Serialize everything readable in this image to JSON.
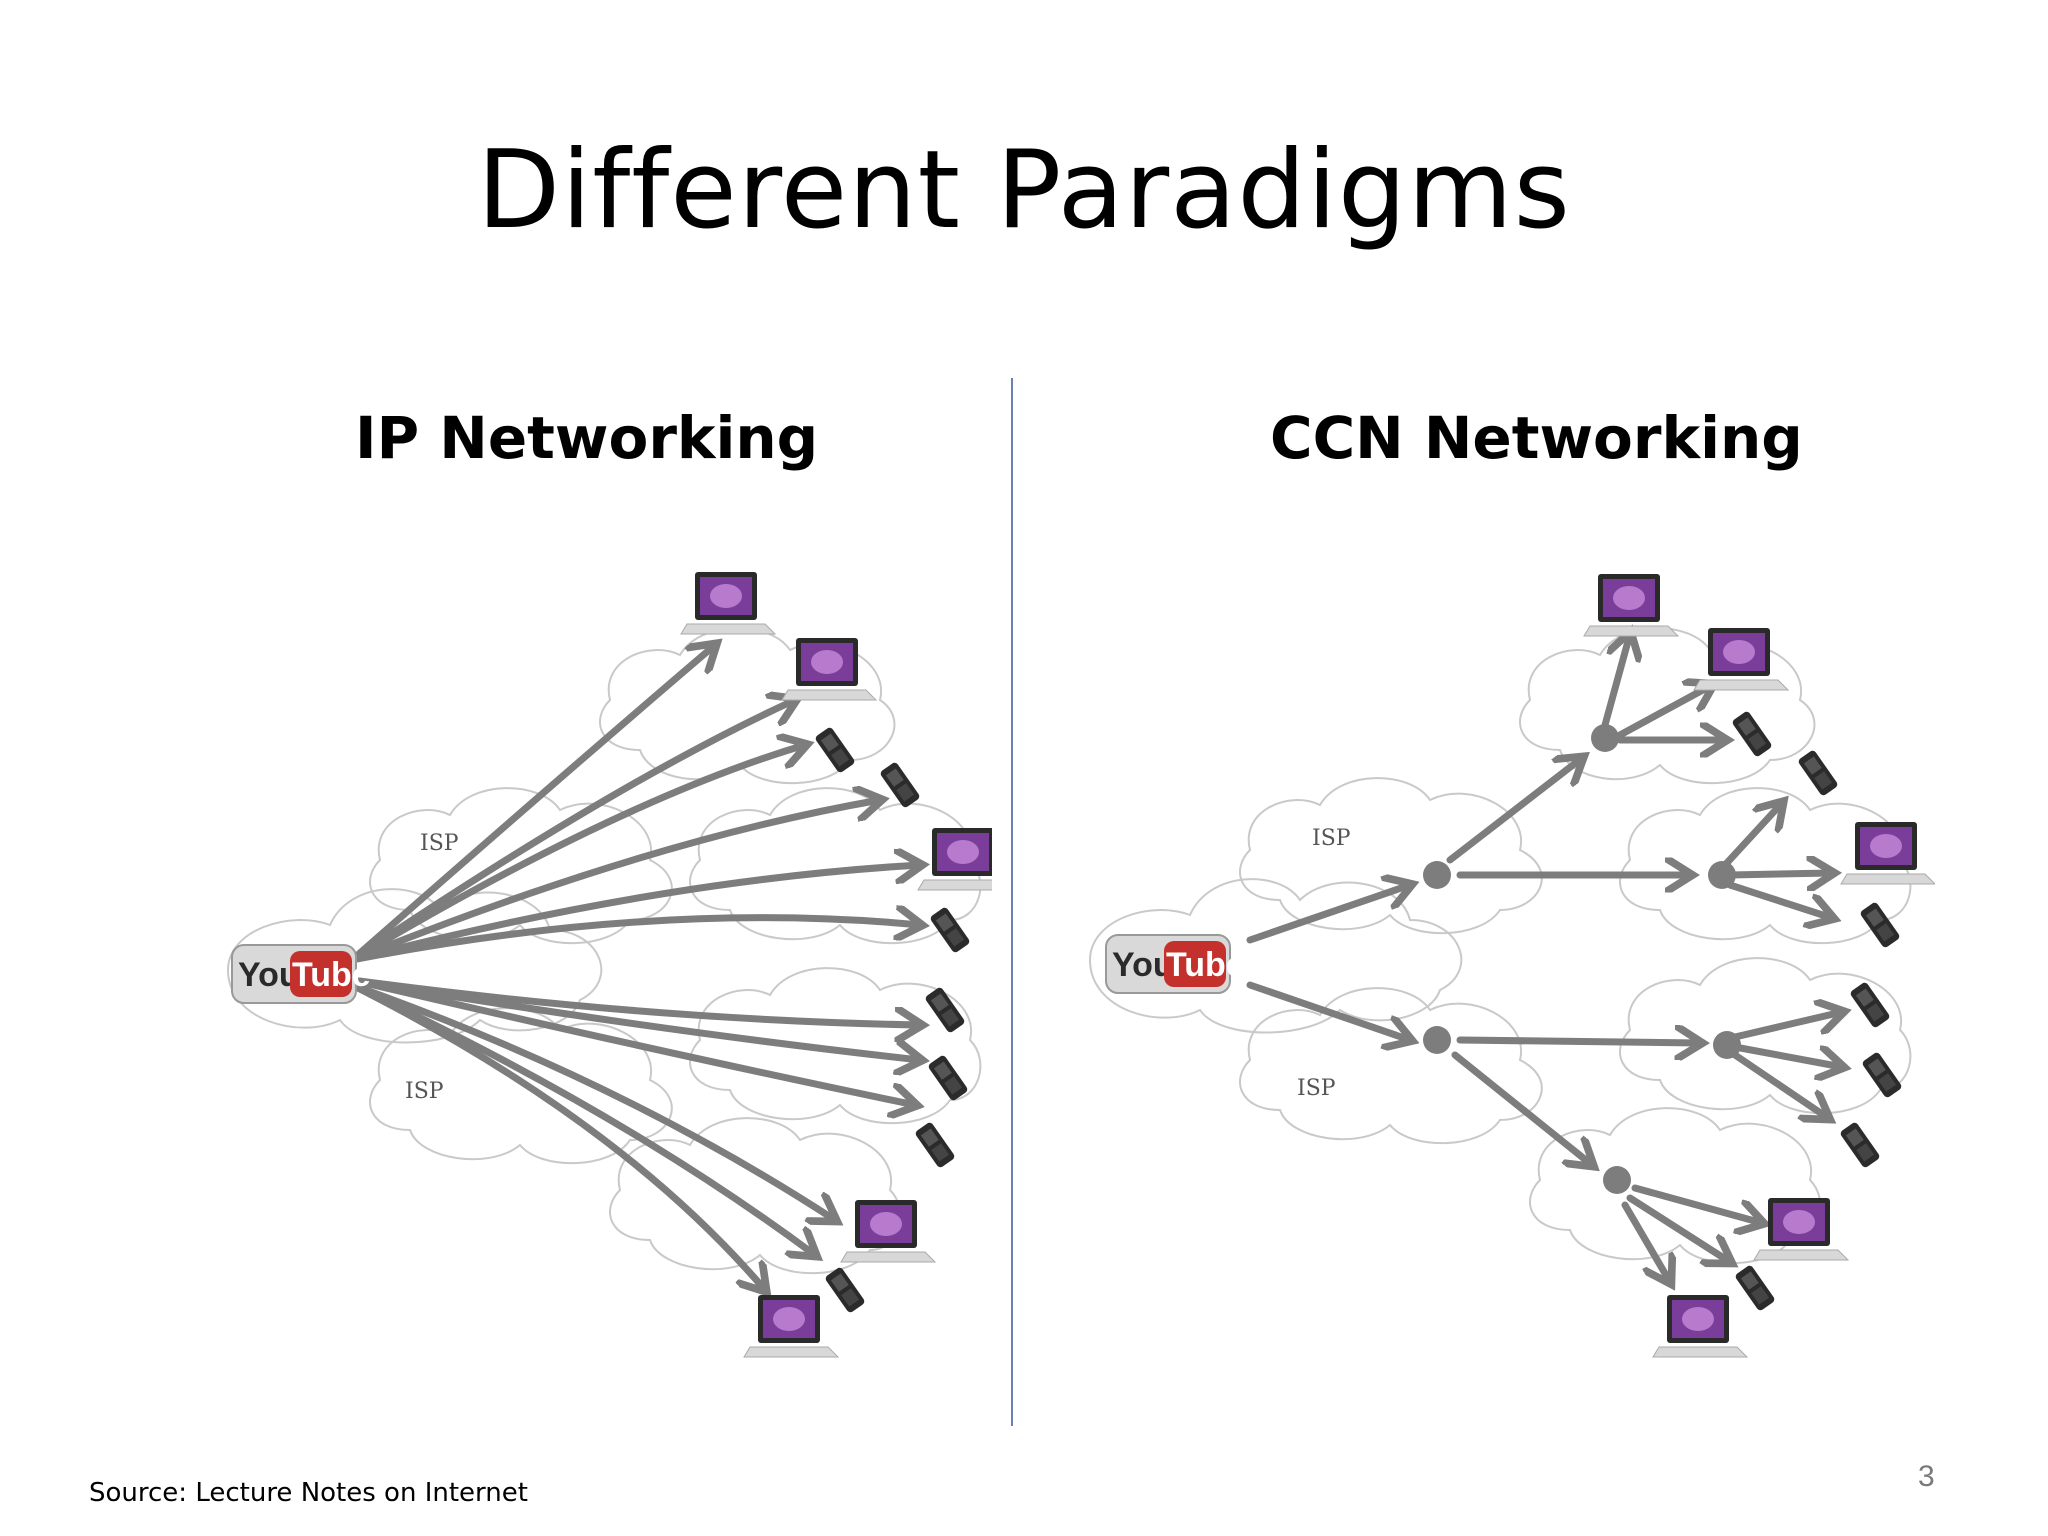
{
  "slide": {
    "title": "Different Paradigms",
    "left_heading": "IP Networking",
    "right_heading": "CCN Networking",
    "source": "Source: Lecture Notes on Internet",
    "page_number": "3"
  },
  "diagrams": {
    "isp_label": "ISP",
    "logo_you": "You",
    "logo_tube": "Tube"
  }
}
